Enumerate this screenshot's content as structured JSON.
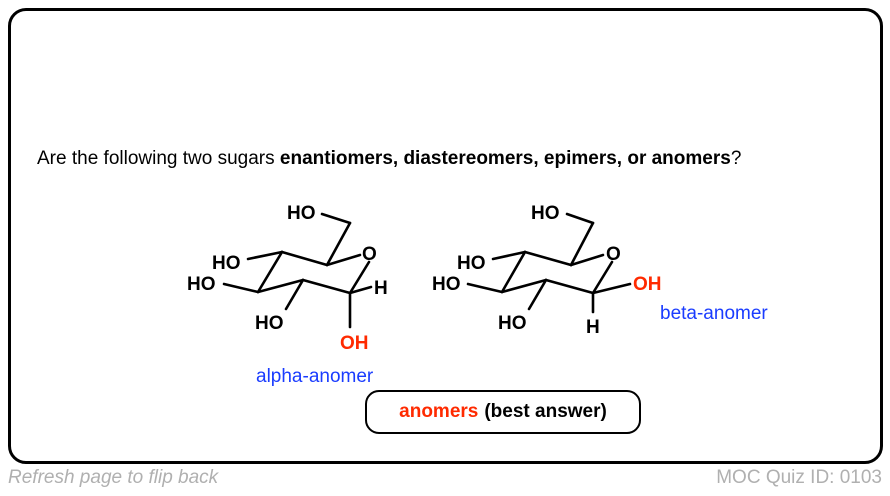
{
  "question": {
    "prefix": "Are the following two sugars ",
    "bold": "enantiomers, diastereomers, epimers, or anomers",
    "suffix": "?"
  },
  "molecules": [
    {
      "label": "alpha-anomer",
      "atoms": {
        "ch2oh": "HO",
        "ring_o": "O",
        "c4_oh": "HO",
        "c3_oh": "HO",
        "c2_oh": "HO",
        "c1_h": "H",
        "c1_oh": "OH"
      }
    },
    {
      "label": "beta-anomer",
      "atoms": {
        "ch2oh": "HO",
        "ring_o": "O",
        "c4_oh": "HO",
        "c3_oh": "HO",
        "c2_oh": "HO",
        "c1_h": "H",
        "c1_oh": "OH"
      }
    }
  ],
  "answer": {
    "highlight": "anomers",
    "rest": "(best answer)"
  },
  "footer": {
    "left": "Refresh page to flip back",
    "right": "MOC Quiz ID: 0103"
  },
  "colors": {
    "highlight": "#ff2a00",
    "label": "#1a3cff",
    "footer": "#b0b0b0"
  }
}
